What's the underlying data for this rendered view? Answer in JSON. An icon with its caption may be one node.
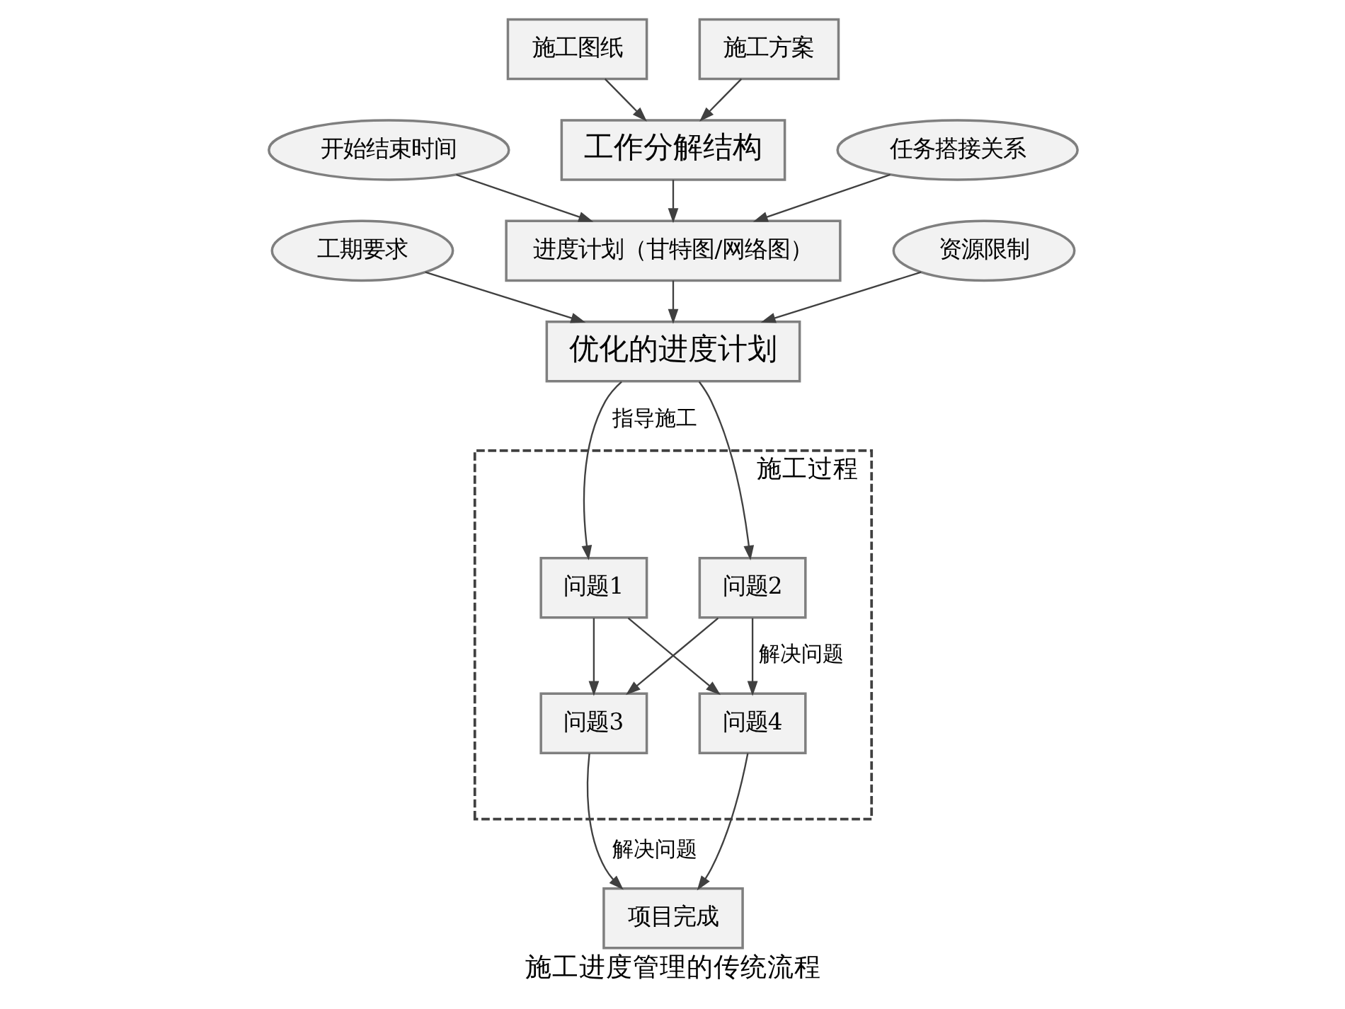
{
  "diagram": {
    "caption": "施工进度管理的传统流程",
    "nodes": [
      {
        "text": [
          "施工图纸"
        ]
      },
      {
        "text": [
          "施工方案"
        ]
      },
      {
        "text": [
          "工作分解结构"
        ]
      },
      {
        "text": [
          "开始结束时间"
        ]
      },
      {
        "text": [
          "任务搭接关系"
        ]
      },
      {
        "text": [
          "进度计划（甘特图/网络图）"
        ]
      },
      {
        "text": [
          "工期要求"
        ]
      },
      {
        "text": [
          "资源限制"
        ]
      },
      {
        "text": [
          "优化的进度计划"
        ]
      },
      {
        "text": [
          "施工过程"
        ]
      },
      {
        "text": [
          "问题1"
        ],
        "in": 9
      },
      {
        "text": [
          "问题2"
        ],
        "in": 9
      },
      {
        "text": [
          "问题3"
        ],
        "in": 9
      },
      {
        "text": [
          "问题4"
        ],
        "in": 9
      },
      {
        "text": [
          "项目完成"
        ]
      }
    ],
    "edges": [
      {
        "from": 0,
        "to": 2,
        "arrow": "to"
      },
      {
        "from": 1,
        "to": 2,
        "arrow": "to"
      },
      {
        "from": 2,
        "to": 5,
        "arrow": "to"
      },
      {
        "from": 3,
        "to": 5,
        "arrow": "to"
      },
      {
        "from": 4,
        "to": 5,
        "arrow": "to"
      },
      {
        "from": 5,
        "to": 8,
        "arrow": "to"
      },
      {
        "from": 6,
        "to": 8,
        "arrow": "to"
      },
      {
        "from": 7,
        "to": 8,
        "arrow": "to"
      },
      {
        "from": 8,
        "to": 10,
        "arrow": "to",
        "label": "指导施工"
      },
      {
        "from": 8,
        "to": 11,
        "arrow": "to"
      },
      {
        "from": 10,
        "to": 12,
        "arrow": "to"
      },
      {
        "from": 10,
        "to": 13,
        "arrow": "to"
      },
      {
        "from": 11,
        "to": 12,
        "arrow": "to"
      },
      {
        "from": 11,
        "to": 13,
        "arrow": "to",
        "label": "解决问题"
      },
      {
        "from": 12,
        "to": 14,
        "arrow": "to",
        "label": "解决问题"
      },
      {
        "from": 13,
        "to": 14,
        "arrow": "to"
      }
    ]
  }
}
